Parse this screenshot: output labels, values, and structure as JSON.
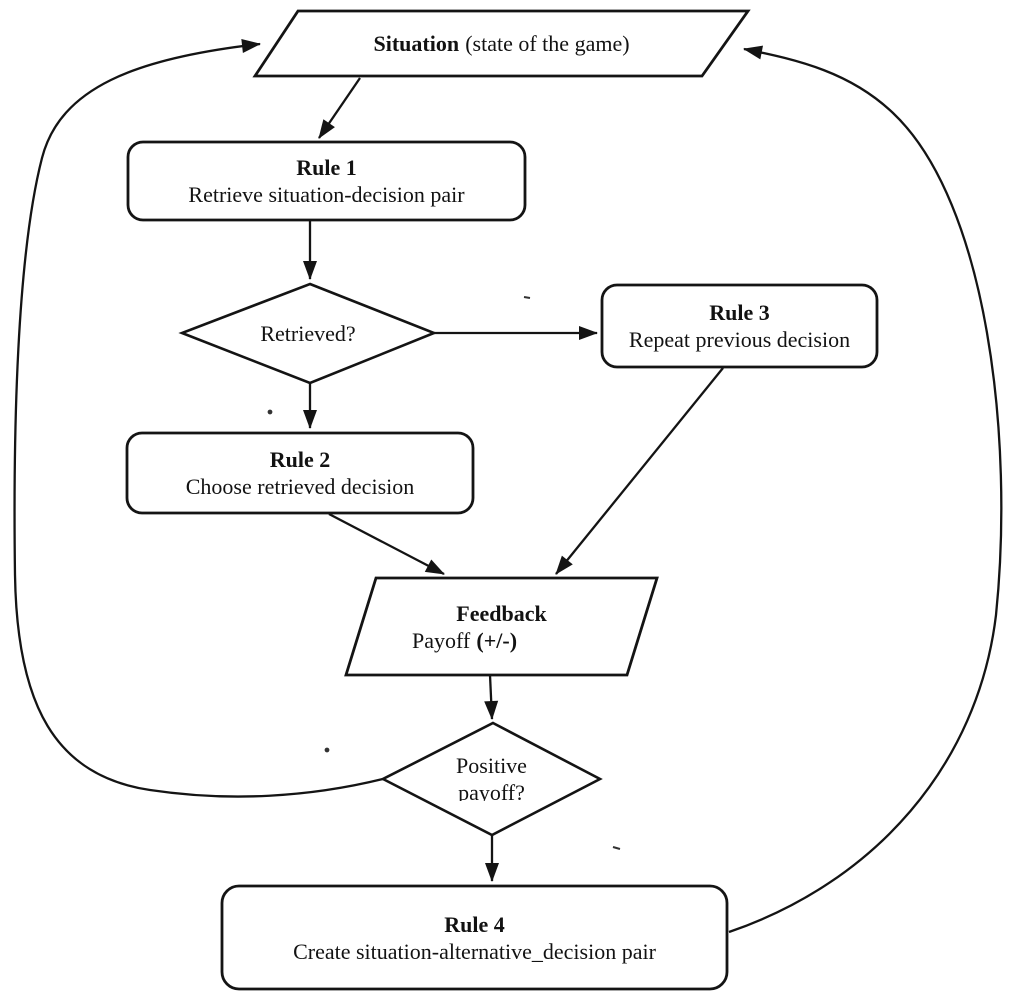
{
  "colors": {
    "background": "#ffffff",
    "stroke": "#141414"
  },
  "nodes": {
    "situation": {
      "shape": "parallelogram",
      "title": "Situation",
      "subtitle": "(state of the game)"
    },
    "rule1": {
      "shape": "rounded-rectangle",
      "title": "Rule 1",
      "description": "Retrieve situation-decision pair"
    },
    "retrieved": {
      "shape": "diamond",
      "label": "Retrieved?"
    },
    "rule3": {
      "shape": "rounded-rectangle",
      "title": "Rule 3",
      "description": "Repeat previous decision"
    },
    "rule2": {
      "shape": "rounded-rectangle",
      "title": "Rule 2",
      "description": "Choose retrieved decision"
    },
    "feedback": {
      "shape": "parallelogram",
      "title": "Feedback",
      "payoff_label": "Payoff",
      "payoff_sign": "(+/-)"
    },
    "positive_payoff": {
      "shape": "diamond",
      "label_line1": "Positive",
      "label_line2": "payoff?"
    },
    "rule4": {
      "shape": "rounded-rectangle",
      "title": "Rule 4",
      "description": "Create situation-alternative_decision pair"
    }
  },
  "edges": [
    {
      "from": "situation",
      "to": "rule1"
    },
    {
      "from": "rule1",
      "to": "retrieved"
    },
    {
      "from": "retrieved",
      "to": "rule3"
    },
    {
      "from": "retrieved",
      "to": "rule2"
    },
    {
      "from": "rule2",
      "to": "feedback"
    },
    {
      "from": "rule3",
      "to": "feedback"
    },
    {
      "from": "feedback",
      "to": "positive_payoff"
    },
    {
      "from": "positive_payoff",
      "to": "rule4"
    },
    {
      "from": "positive_payoff",
      "to": "situation"
    },
    {
      "from": "rule4",
      "to": "situation"
    }
  ]
}
